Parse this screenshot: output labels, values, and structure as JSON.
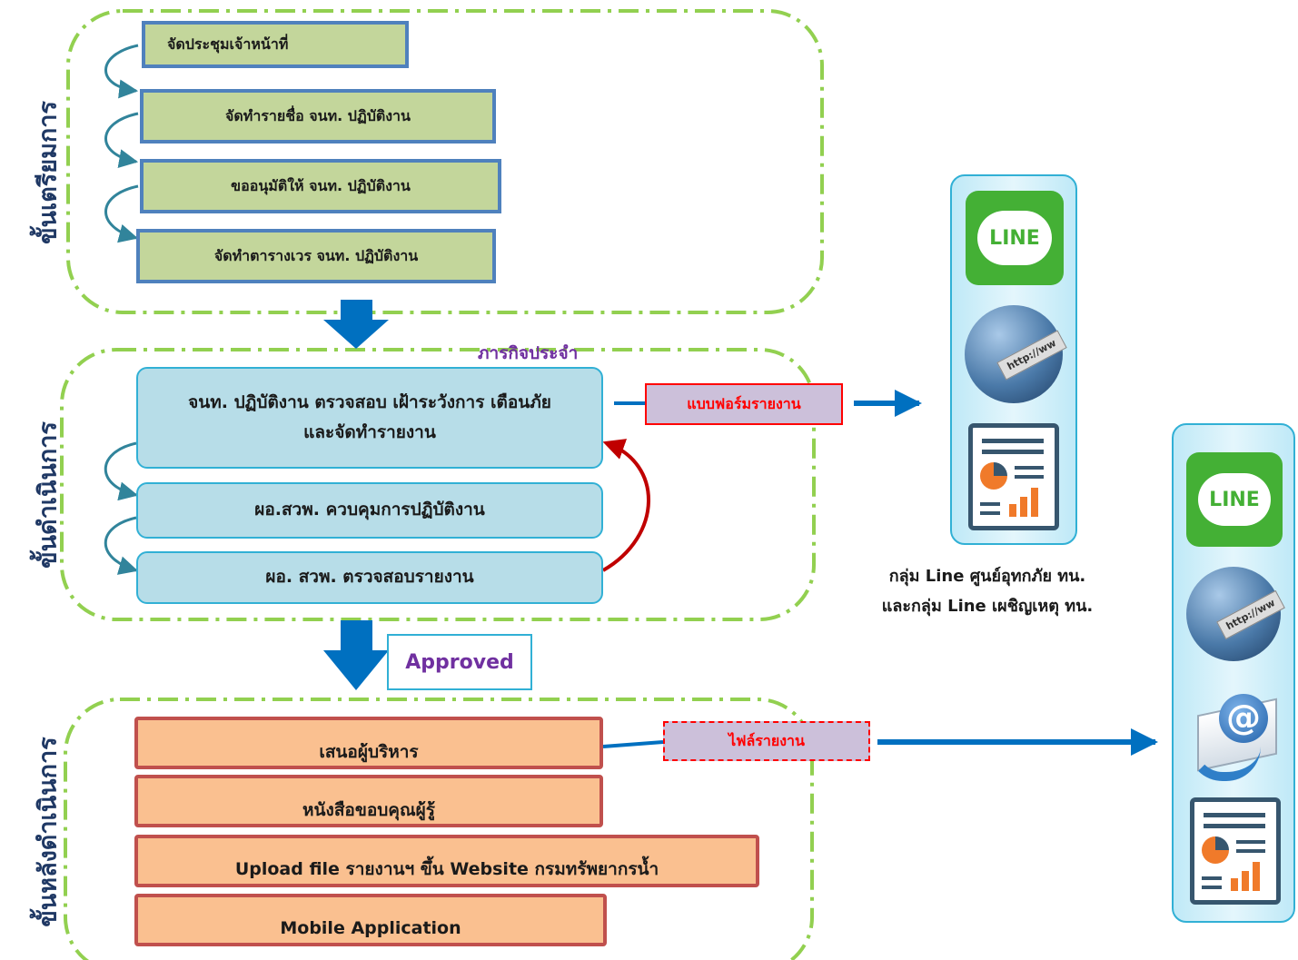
{
  "stages": {
    "prepare": "ขั้นเตรียมการ",
    "operate": "ขั้นดำเนินการ",
    "post": "ขั้นหลังดำเนินการ"
  },
  "prepare_steps": [
    "จัดประชุมเจ้าหน้าที่",
    "จัดทำรายชื่อ จนท. ปฏิบัติงาน",
    "ขออนุมัติให้ จนท. ปฏิบัติงาน",
    "จัดทำตารางเวร จนท. ปฏิบัติงาน"
  ],
  "operate": {
    "routine_label": "ภารกิจประจำ",
    "steps": [
      "จนท. ปฏิบัติงาน ตรวจสอบ เฝ้าระวังการ เตือนภัยและจัดทำรายงาน",
      "ผอ.สวพ. ควบคุมการปฏิบัติงาน",
      "ผอ. สวพ. ตรวจสอบรายงาน"
    ],
    "form_tag": "แบบฟอร์มรายงาน"
  },
  "approved_label": "Approved",
  "post_steps": [
    "เสนอผู้บริหาร",
    "หนังสือขอบคุณผู้รู้",
    "Upload file รายงานฯ ขึ้น Website กรมทรัพยากรน้ำ",
    "Mobile Application"
  ],
  "file_tag": "ไฟล์รายงาน",
  "line_groups_caption": {
    "line1": "กลุ่ม Line ศูนย์อุทกภัย ทน.",
    "line2": "และกลุ่ม Line  เผชิญเหตุ ทน."
  },
  "icons": {
    "line_app_text": "LINE",
    "web_text": "http://ww",
    "email_text": "@"
  },
  "colors": {
    "dashed_border": "#92d050",
    "arrow_blue": "#0070c0",
    "stage_text": "#1f3864",
    "routine_text": "#7030a0",
    "tag_red": "#ff0000"
  }
}
